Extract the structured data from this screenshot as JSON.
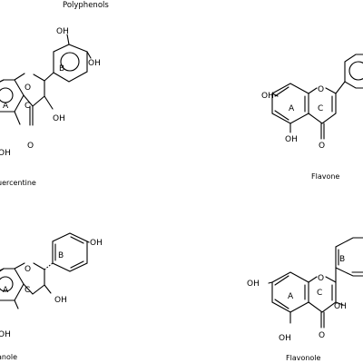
{
  "figure": {
    "title": "Polyphenols"
  },
  "molecules": [
    {
      "name": "uercentine",
      "ring_labels": {
        "a": "A",
        "b": "B",
        "c": "C"
      },
      "atoms": {
        "oh_b_top": "OH",
        "oh_b_right": "OH",
        "oh_c3": "OH",
        "o_ring": "O",
        "o_carbonyl": "O",
        "oh_a5": "OH"
      }
    },
    {
      "name": "Flavone",
      "ring_labels": {
        "a": "A",
        "c": "C"
      },
      "atoms": {
        "oh_a7": "OH",
        "o_ring": "O",
        "o_carbonyl": "O",
        "oh_a5": "OH"
      }
    },
    {
      "name": "anole",
      "ring_labels": {
        "a": "A",
        "b": "B",
        "c": "C"
      },
      "atoms": {
        "oh_b_para": "OH",
        "o_ring": "O",
        "oh_c3": "OH",
        "oh_a5": "OH"
      }
    },
    {
      "name": "Flavonole",
      "ring_labels": {
        "a": "A",
        "b": "B",
        "c": "C"
      },
      "atoms": {
        "oh_a7": "OH",
        "o_ring": "O",
        "oh_c3": "OH",
        "o_carbonyl": "O",
        "oh_a5": "OH"
      }
    }
  ]
}
